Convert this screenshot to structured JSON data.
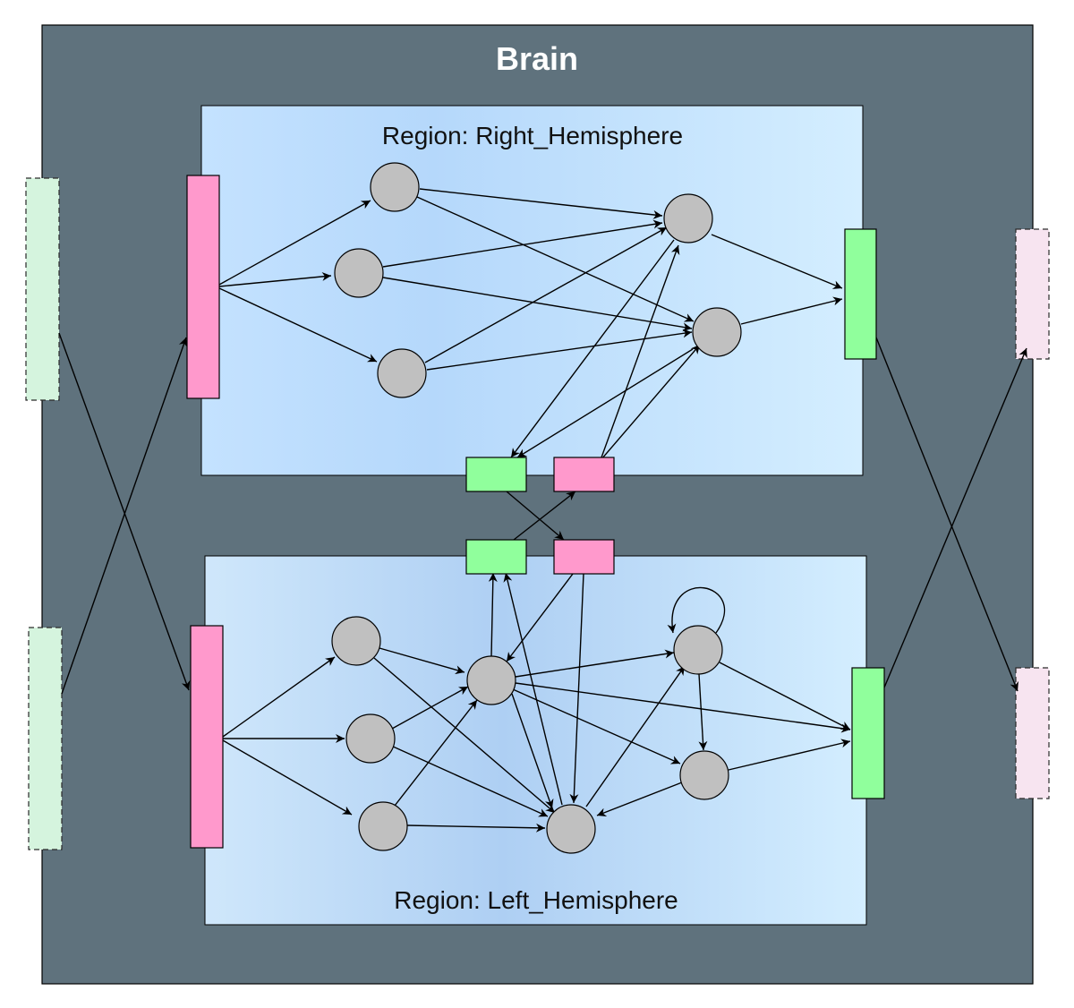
{
  "diagram": {
    "title": "Brain",
    "regions": [
      {
        "id": "right",
        "label": "Region: Right_Hemisphere"
      },
      {
        "id": "left",
        "label": "Region: Left_Hemisphere"
      }
    ],
    "colors": {
      "container": "#5f727d",
      "region_light": "#d2edff",
      "region_mid": "#aed0f3",
      "node": "#c0c0c0",
      "input_port": "#ff99cc",
      "output_port": "#90ff9c",
      "external_green": "#d5f4de",
      "external_pink": "#f7e4f0"
    }
  }
}
